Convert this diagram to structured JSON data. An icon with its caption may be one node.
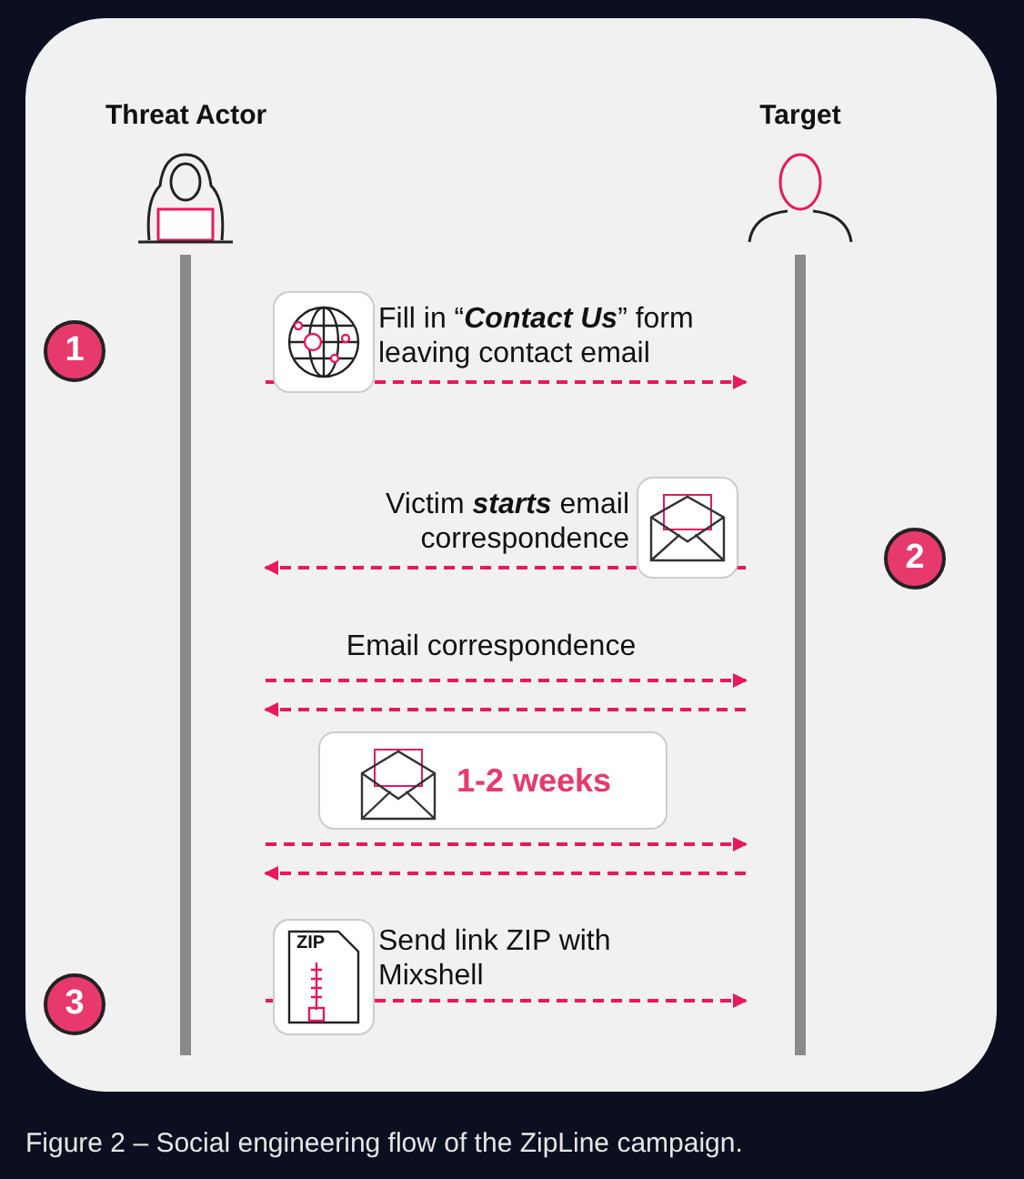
{
  "diagram": {
    "caption": "Figure 2 – Social engineering flow of the ZipLine campaign.",
    "nodes": [
      {
        "text": [
          "Threat Actor"
        ]
      },
      {
        "text": [
          "Target"
        ]
      },
      {
        "text": [
          "1"
        ]
      },
      {
        "text": [
          "2"
        ]
      },
      {
        "text": [
          "3"
        ]
      },
      {
        "text": [
          "1-2 weeks"
        ]
      }
    ],
    "edges": [
      {
        "from": 0,
        "to": 1,
        "arrow": "to",
        "style": "dashed",
        "label": "Fill in “**Contact Us**” form leaving contact email"
      },
      {
        "from": 1,
        "to": 0,
        "arrow": "to",
        "style": "dashed",
        "label": "Victim **starts** email correspondence"
      },
      {
        "from": 0,
        "to": 1,
        "arrow": "to",
        "style": "dashed",
        "label": "Email correspondence"
      },
      {
        "from": 1,
        "to": 0,
        "arrow": "to",
        "style": "dashed"
      },
      {
        "from": 0,
        "to": 1,
        "arrow": "to",
        "style": "dashed"
      },
      {
        "from": 1,
        "to": 0,
        "arrow": "to",
        "style": "dashed"
      },
      {
        "from": 0,
        "to": 1,
        "arrow": "to",
        "style": "dashed",
        "label": "Send link ZIP with Mixshell"
      }
    ],
    "labels": [
      "ZIP"
    ]
  }
}
